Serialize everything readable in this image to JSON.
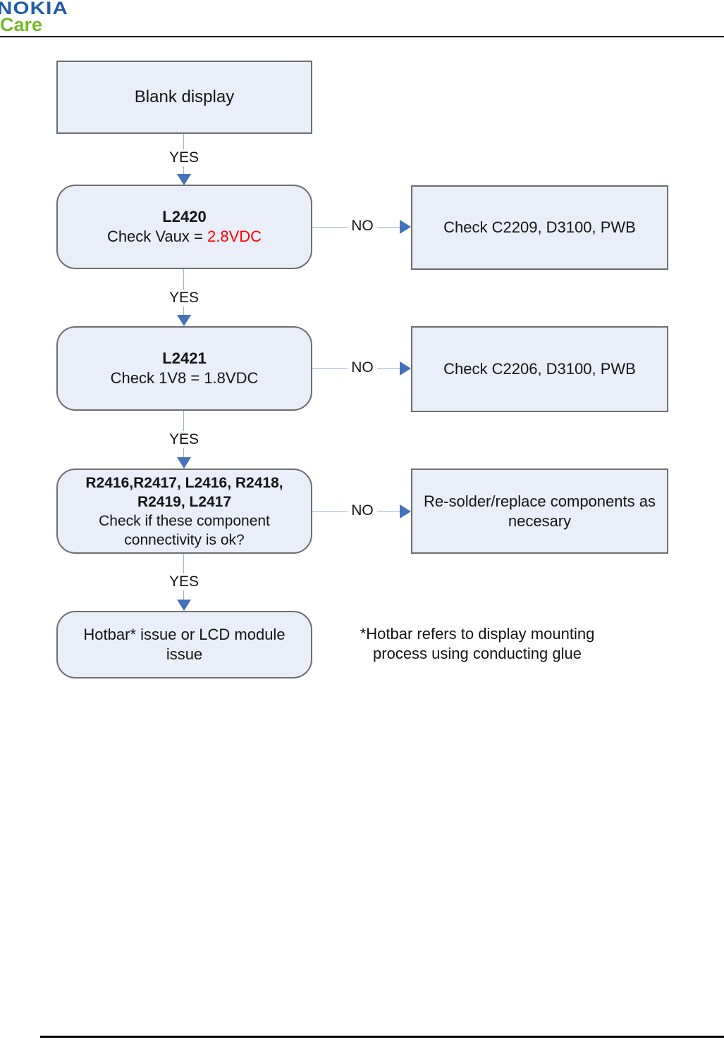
{
  "header": {
    "brand": "NOKIA",
    "sub_brand": "Care"
  },
  "labels": {
    "yes": "YES",
    "no": "NO"
  },
  "nodes": {
    "start": "Blank display",
    "step1_title": "L2420",
    "step1_body_prefix": "Check Vaux = ",
    "step1_body_value": "2.8VDC",
    "step1_no_action": "Check C2209, D3100, PWB",
    "step2_title": "L2421",
    "step2_body": "Check 1V8 = 1.8VDC",
    "step2_no_action": "Check C2206, D3100, PWB",
    "step3_title_line1": "R2416,R2417, L2416, R2418,",
    "step3_title_line2": "R2419, L2417",
    "step3_body_line1": "Check if these component",
    "step3_body_line2": "connectivity is ok?",
    "step3_no_action_line1": "Re-solder/replace components as",
    "step3_no_action_line2": "necesary",
    "end_line1": "Hotbar* issue or LCD module",
    "end_line2": "issue",
    "footnote_line1": "*Hotbar refers to display mounting",
    "footnote_line2": "process using conducting glue"
  },
  "colors": {
    "brand_blue": "#1e5cac",
    "brand_green": "#76b82a",
    "box_fill": "#e9eef8",
    "box_border": "#6e6e6e",
    "connector_line": "#95b3d7",
    "arrowhead_blue": "#4273b8",
    "value_red": "#ff0000",
    "rule_black": "#000000"
  }
}
